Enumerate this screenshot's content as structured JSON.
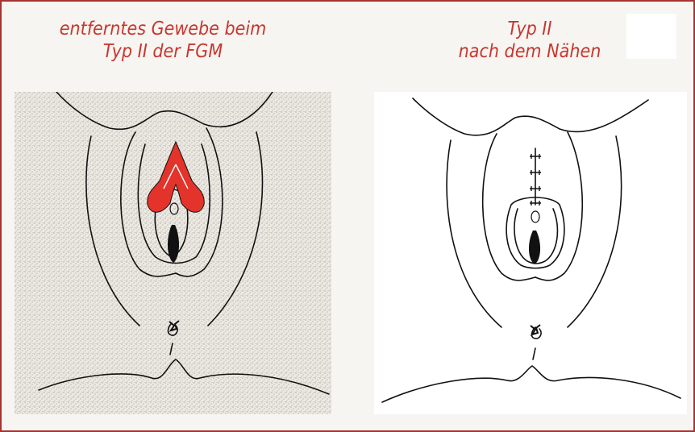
{
  "figure": {
    "left_caption": [
      "entferntes Gewebe beim",
      "Typ II der FGM"
    ],
    "right_caption": [
      "Typ II",
      "nach dem Nähen"
    ]
  },
  "colors": {
    "border": "#a8322f",
    "caption": "#c8362f",
    "removed_tissue": "#e4332b",
    "ink": "#111111",
    "stipple_background": "#e8e5df"
  },
  "icons": {
    "left": "anatomical-diagram-excised-tissue",
    "right": "anatomical-diagram-sutured"
  }
}
